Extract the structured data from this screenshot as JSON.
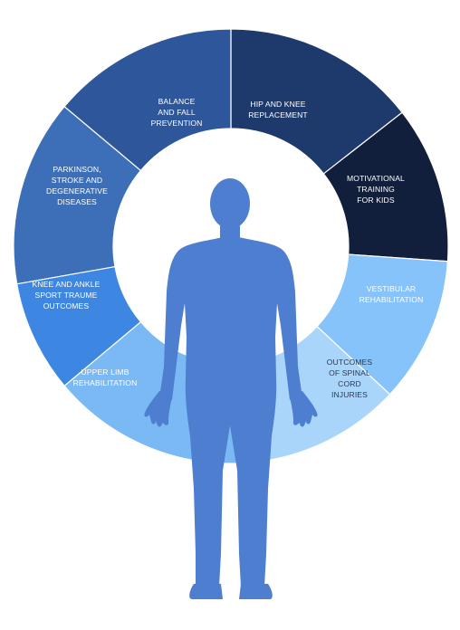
{
  "segments": [
    {
      "id": "hip-knee",
      "lines": [
        "HIP AND KNEE",
        "REPLACEMENT"
      ],
      "color": "#1e3a6c",
      "text_color": "#ffffff"
    },
    {
      "id": "motivational",
      "lines": [
        "MOTIVATIONAL",
        "TRAINING",
        "FOR KIDS"
      ],
      "color": "#111e3c",
      "text_color": "#ffffff"
    },
    {
      "id": "vestibular",
      "lines": [
        "VESTIBULAR",
        "REHABILITATION"
      ],
      "color": "#86c3fb",
      "text_color": "#ffffff"
    },
    {
      "id": "spinal",
      "lines": [
        "OUTCOMES",
        "OF SPINAL",
        "CORD",
        "INJURIES"
      ],
      "color": "#a9d5fb",
      "text_color": "#2b3b55"
    },
    {
      "id": "upper-limb",
      "lines": [
        "UPPER LIMB",
        "REHABILITATION"
      ],
      "color": "#7ab9f4",
      "text_color": "#ffffff"
    },
    {
      "id": "knee-ankle",
      "lines": [
        "KNEE AND ANKLE",
        "SPORT TRAUME",
        "OUTCOMES"
      ],
      "color": "#3d86e2",
      "text_color": "#ffffff"
    },
    {
      "id": "parkinson",
      "lines": [
        "PARKINSON,",
        "STROKE AND",
        "DEGENERATIVE",
        "DISEASES"
      ],
      "color": "#3d6fb8",
      "text_color": "#ffffff"
    },
    {
      "id": "balance",
      "lines": [
        "BALANCE",
        "AND FALL",
        "PREVENTION"
      ],
      "color": "#2d579a",
      "text_color": "#ffffff"
    }
  ],
  "colors": {
    "figure": "#4d7ed0",
    "divider": "#ffffff",
    "background": "#ffffff"
  }
}
